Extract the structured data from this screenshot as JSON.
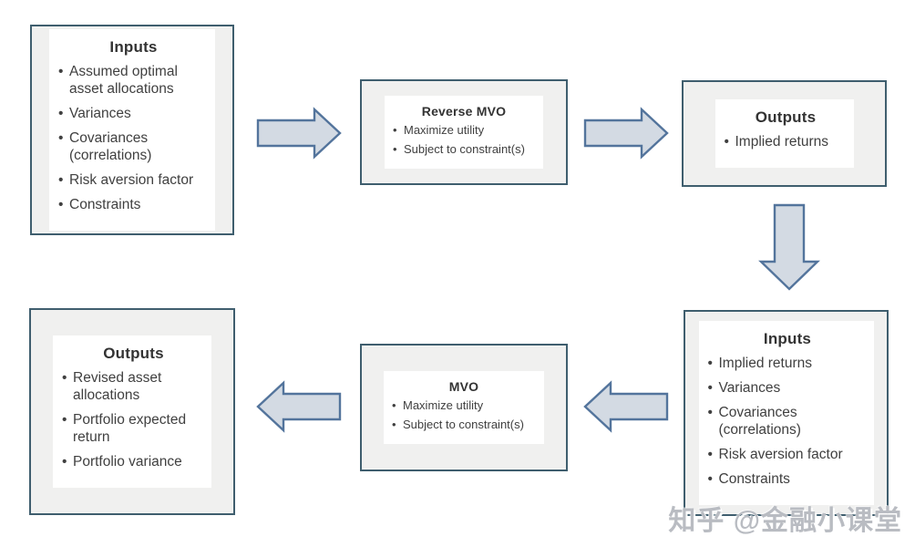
{
  "colors": {
    "box_border": "#3f5e6e",
    "box_fill": "#f0f0ef",
    "panel_fill": "#ffffff",
    "arrow_fill": "#d3dae3",
    "arrow_stroke": "#53749c",
    "heading_text": "#333333",
    "body_text": "#404040",
    "watermark_text": "#b9bcc2"
  },
  "nodes": {
    "inputs_top": {
      "title": "Inputs",
      "items": [
        "Assumed optimal asset allocations",
        "Variances",
        "Covariances (correlations)",
        "Risk aversion factor",
        "Constraints"
      ]
    },
    "reverse_mvo": {
      "title": "Reverse MVO",
      "items": [
        "Maximize utility",
        "Subject to constraint(s)"
      ]
    },
    "outputs_top": {
      "title": "Outputs",
      "items": [
        "Implied returns"
      ]
    },
    "inputs_bottom": {
      "title": "Inputs",
      "items": [
        "Implied returns",
        "Variances",
        "Covariances (correlations)",
        "Risk aversion factor",
        "Constraints"
      ]
    },
    "mvo": {
      "title": "MVO",
      "items": [
        "Maximize utility",
        "Subject to constraint(s)"
      ]
    },
    "outputs_bottom": {
      "title": "Outputs",
      "items": [
        "Revised asset allocations",
        "Portfolio expected return",
        "Portfolio variance"
      ]
    }
  },
  "watermark": "知乎 @金融小课堂"
}
